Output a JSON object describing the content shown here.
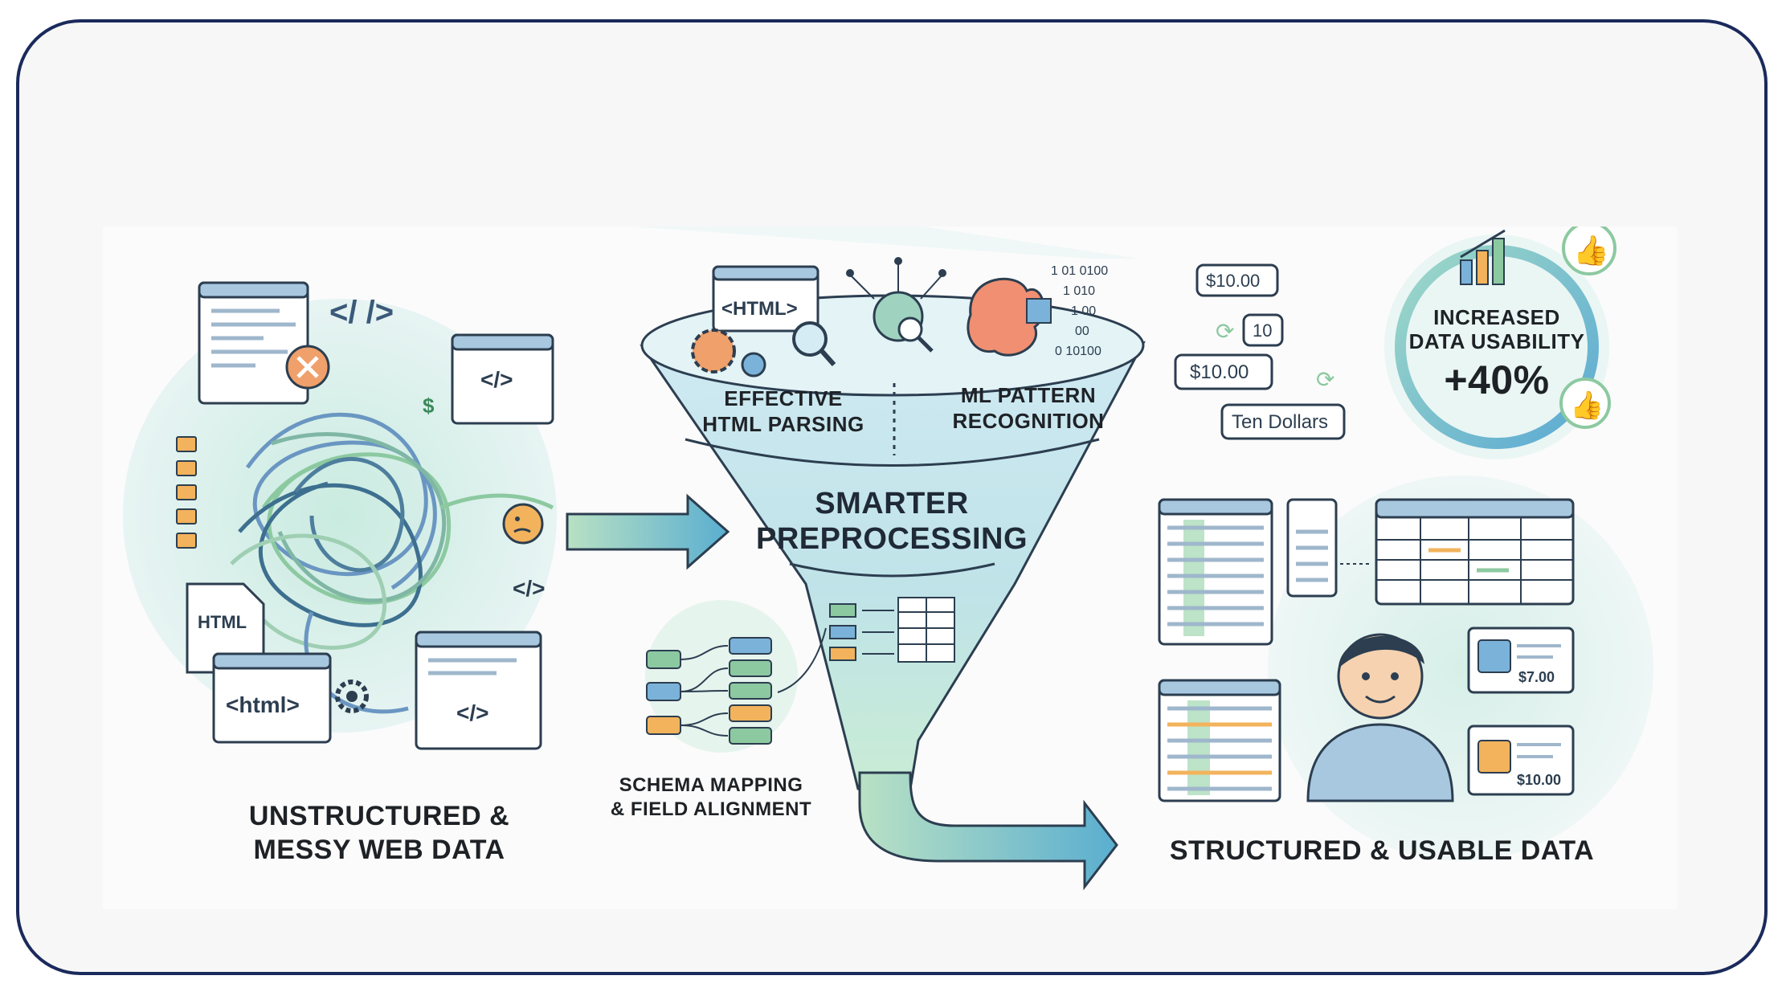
{
  "colors": {
    "frame_border": "#1b2a5c",
    "teal": "#5fb6c9",
    "green": "#8cc9a0",
    "orange": "#e99a4a",
    "blue": "#7bb2d9",
    "ink": "#1e2226"
  },
  "left_section": {
    "title_line1": "UNSTRUCTURED &",
    "title_line2": "MESSY WEB DATA",
    "html_doc_label": "HTML",
    "html_window_label": "<html>",
    "code_window_label": "</>",
    "tag_label": "</>"
  },
  "funnel": {
    "top_left_label_line1": "EFFECTIVE",
    "top_left_label_line2": "HTML PARSING",
    "top_right_label_line1": "ML PATTERN",
    "top_right_label_line2": "RECOGNITION",
    "center_line1": "SMARTER",
    "center_line2": "PREPROCESSING",
    "html_window_label": "<HTML>",
    "binary_lines": [
      "1 01 0100",
      "1 010",
      "1 00",
      "00",
      "0 10100"
    ]
  },
  "schema": {
    "label_line1": "SCHEMA MAPPING",
    "label_line2": "& FIELD ALIGNMENT"
  },
  "normalization": {
    "price_a": "$10.00",
    "price_b": "$10.00",
    "number": "10",
    "words": "Ten Dollars"
  },
  "usability": {
    "label_line1": "INCREASED",
    "label_line2": "DATA USABILITY",
    "value": "+40%"
  },
  "right_section": {
    "title": "STRUCTURED & USABLE DATA",
    "product_price_1": "$7.00",
    "product_price_2": "$10.00"
  }
}
